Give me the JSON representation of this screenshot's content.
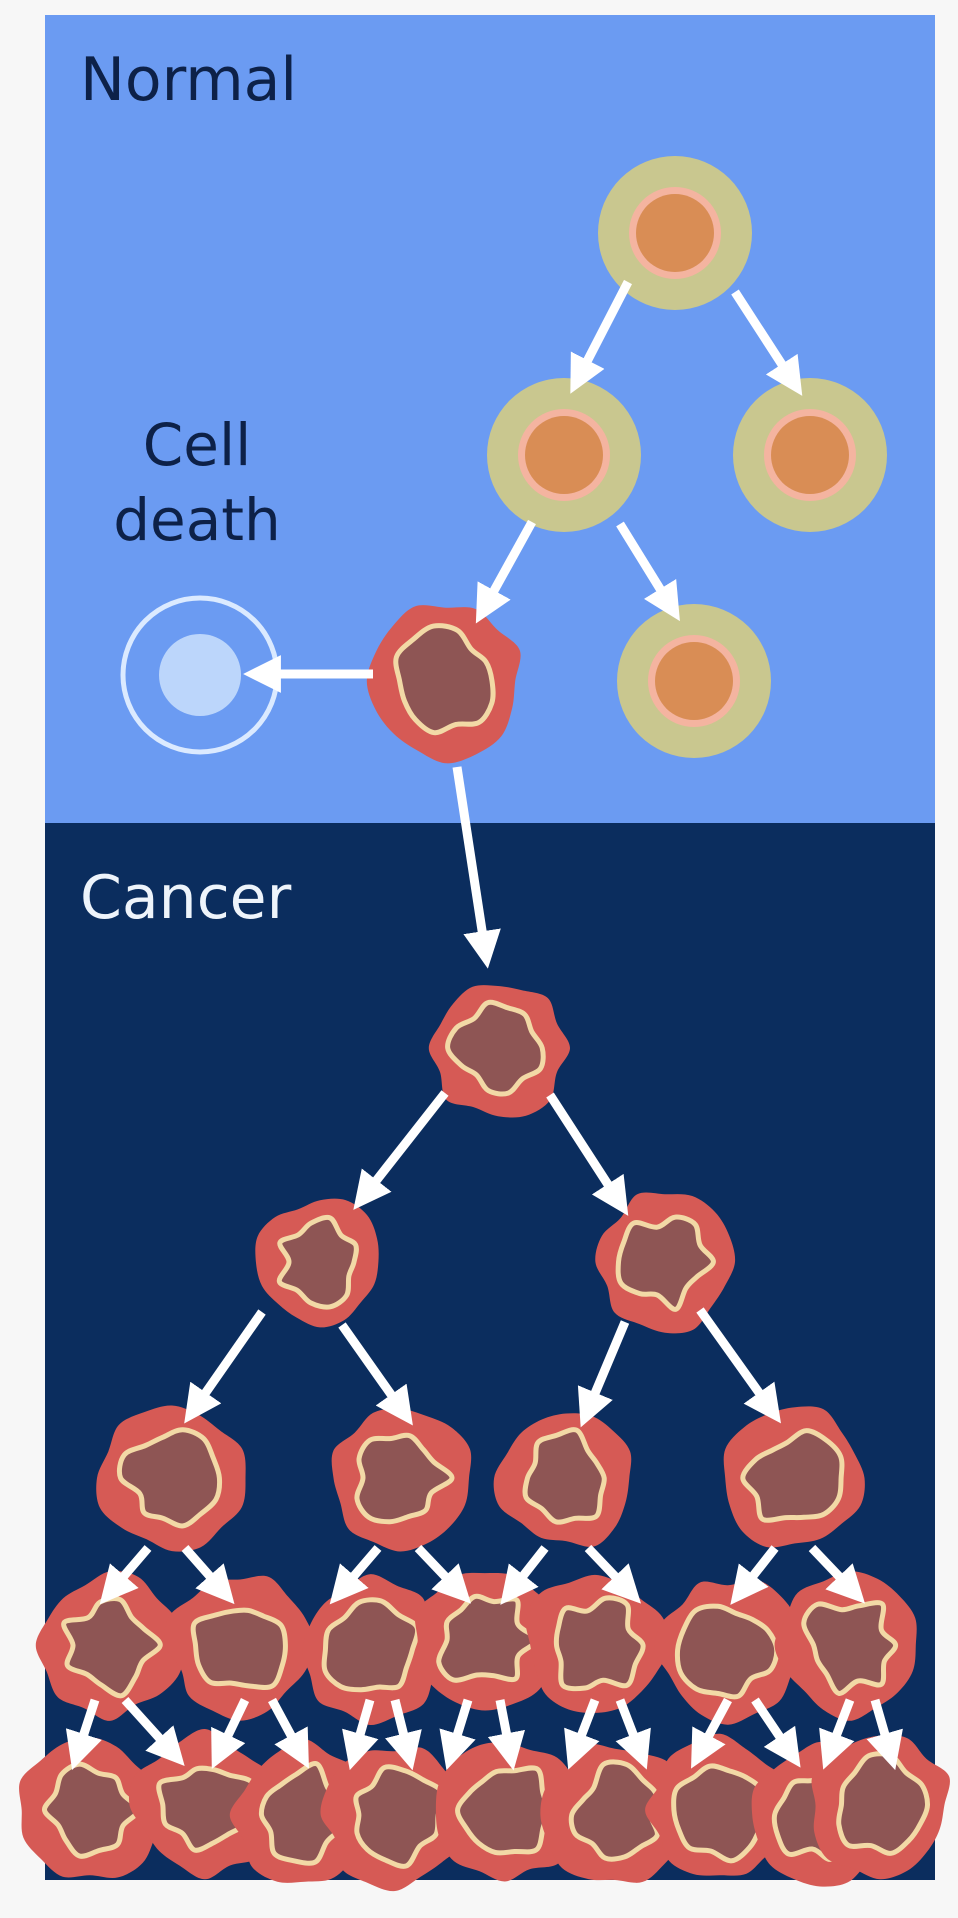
{
  "labels": {
    "normal": "Normal",
    "cell_death": [
      "Cell",
      "death"
    ],
    "cancer": "Cancer"
  },
  "colors": {
    "normal_bg": "#6b9bf2",
    "cancer_bg": "#0b2d5e",
    "label_dark": "#0d2148",
    "label_light": "#eef4fb",
    "normal_cell_outer": "#c9c78f",
    "normal_cell_ring": "#f4b4a0",
    "normal_cell_core": "#d98d55",
    "cancer_cell_outer": "#d65a55",
    "cancer_cell_ring": "#f2d9a6",
    "cancer_cell_core": "#8e5554",
    "dead_cell_ring": "#dbeaff",
    "dead_cell_core": "#bcd6fb",
    "arrow": "#ffffff"
  },
  "icons": {
    "normal_cell": "normal-cell-icon",
    "cancer_cell": "cancer-cell-icon",
    "dead_cell": "dead-cell-icon",
    "arrow": "arrow-icon"
  }
}
